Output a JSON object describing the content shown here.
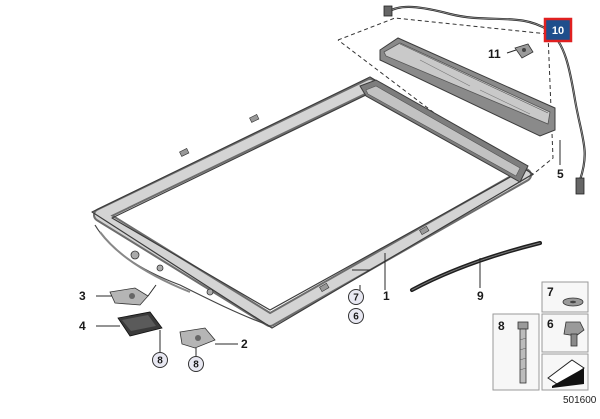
{
  "callouts": {
    "c1": "1",
    "c2": "2",
    "c3": "3",
    "c4": "4",
    "c5": "5",
    "c6": "6",
    "c7": "7",
    "c8": "8",
    "c9": "9",
    "c10": "10",
    "c11": "11"
  },
  "legend": {
    "c7": "7",
    "c6": "6",
    "c8": "8"
  },
  "diagram_number": "501600",
  "colors": {
    "highlight_fill": "#1f4e8c",
    "highlight_border": "#e02020",
    "frame_dark": "#6d6d6d",
    "frame_light": "#d4d4d4"
  }
}
